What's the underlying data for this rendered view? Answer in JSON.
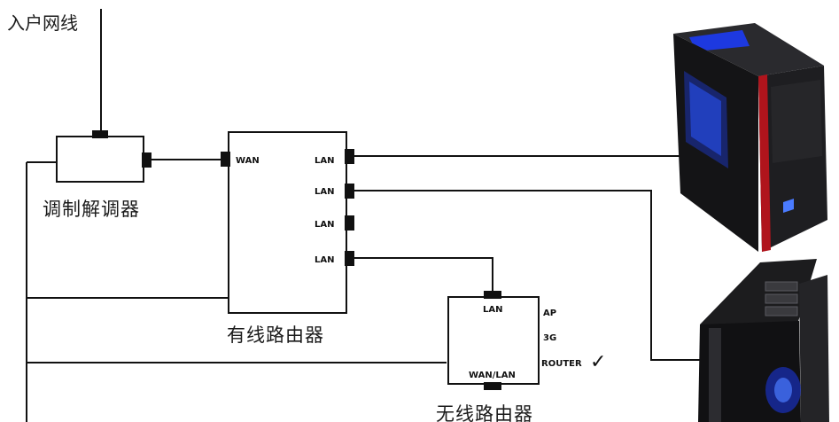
{
  "labels": {
    "incoming_line": "入户网线",
    "modem": "调制解调器",
    "wired_router": "有线路由器",
    "wireless_router": "无线路由器"
  },
  "wired_router_ports": {
    "wan": "WAN",
    "lan1": "LAN",
    "lan2": "LAN",
    "lan3": "LAN",
    "lan4": "LAN"
  },
  "wireless_router_ports": {
    "lan": "LAN",
    "wan_lan": "WAN/LAN",
    "mode_ap": "AP",
    "mode_3g": "3G",
    "mode_router": "ROUTER",
    "selected_mark": "✓"
  },
  "colors": {
    "line": "#111111",
    "case_body": "#1c1c1e",
    "case_accent_red": "#b0141c",
    "case_glow_blue": "#2a56ff"
  }
}
